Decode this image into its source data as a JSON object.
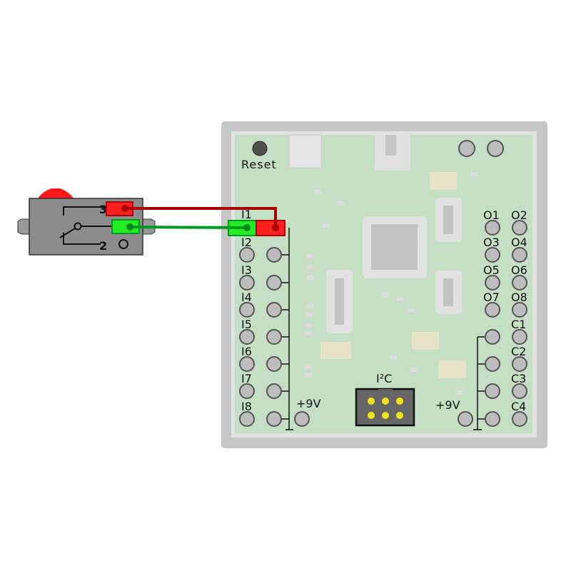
{
  "switch": {
    "terminal_3": "3",
    "terminal_2": "2"
  },
  "controller": {
    "reset_label": "Reset",
    "input_labels": [
      "I1",
      "I2",
      "I3",
      "I4",
      "I5",
      "I6",
      "I7",
      "I8"
    ],
    "output_labels": [
      "O1",
      "O2",
      "O3",
      "O4",
      "O5",
      "O6",
      "O7",
      "O8"
    ],
    "counter_labels": [
      "C1",
      "C2",
      "C3",
      "C4"
    ],
    "power_left": "+9V",
    "power_right": "+9V",
    "i2c_label": "I²C"
  },
  "colors": {
    "wire_red": "#aa0000",
    "wire_green": "#009922",
    "plug_red": "#ff2020",
    "plug_green": "#22ee22",
    "board": "#c5dfc5"
  }
}
